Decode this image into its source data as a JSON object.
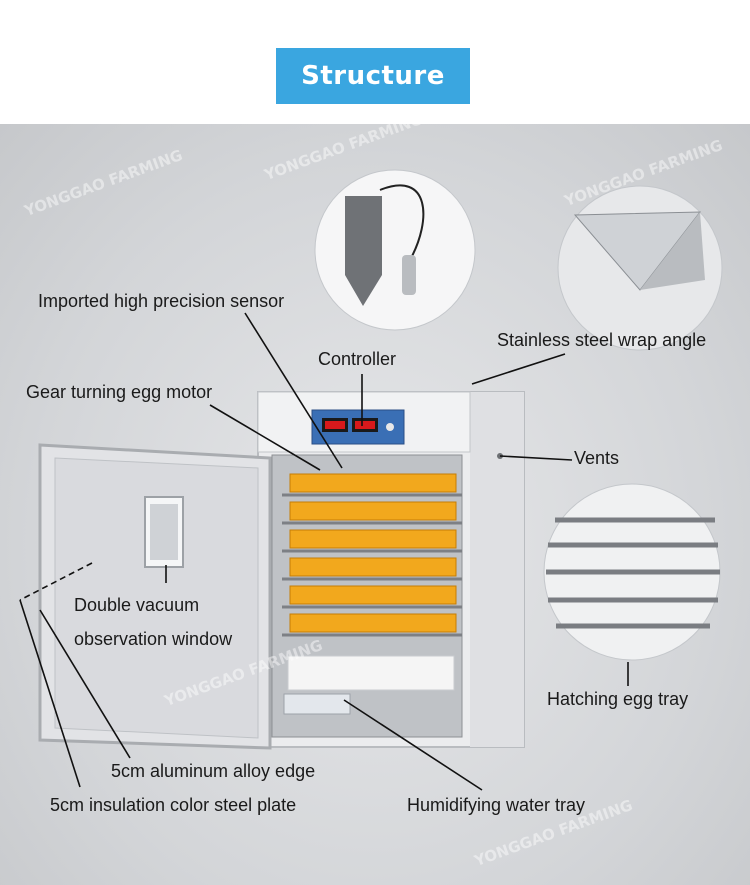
{
  "header": {
    "title": "Structure"
  },
  "labels": {
    "sensor": "Imported high precision sensor",
    "wrap_angle": "Stainless steel wrap angle",
    "controller": "Controller",
    "gear_motor": "Gear turning egg motor",
    "vents": "Vents",
    "window_line1": "Double vacuum",
    "window_line2": "observation window",
    "hatching_tray": "Hatching egg tray",
    "aluminum_edge": "5cm aluminum alloy edge",
    "insulation_plate": "5cm insulation color steel plate",
    "water_tray": "Humidifying water tray"
  },
  "watermark": {
    "text": "YONGGAO FARMING"
  },
  "colors": {
    "badge": "#3aa6e0",
    "egg_tray": "#f2a81d",
    "cabinet": "#e9eaec",
    "controller_red": "#d8191c"
  }
}
